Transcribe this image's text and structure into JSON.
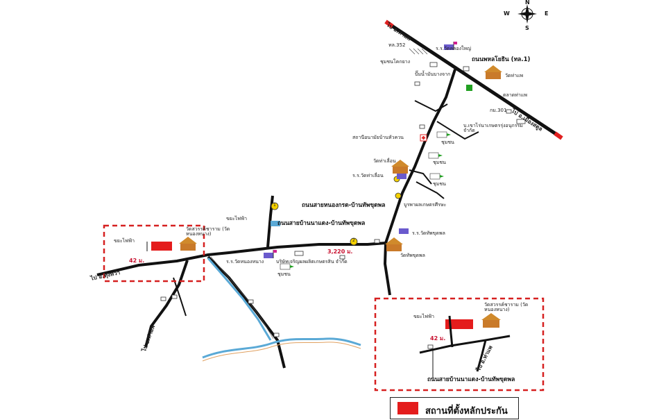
{
  "map": {
    "compass": {
      "n": "N",
      "s": "S",
      "e": "E",
      "w": "W"
    },
    "labels": {
      "highway_top": "ไป อ.ท่าแพ",
      "highway_bottom": "ไป อ.เมืองสตูล",
      "highway_name": "ถนนพหลโยธิน (ทล.1)",
      "police": "ทล.352",
      "school_top": "ร.ร.วัดคลองใหญ่",
      "weak_label": "ชุมชนโคกยาง",
      "gas_station": "ปั๊มน้ำมันบางจาก",
      "temple_top": "วัดท่าแพ",
      "market": "ตลาดท่าแพ",
      "police2": "กม.301",
      "company": "บ.เขาไร่นาเกษตรรุ่งอนุกรรม จำกัด",
      "health": "สถานีอนามัยบ้านหัวควน",
      "community1": "ชุมชน",
      "temple_mid": "วัดท่าเลื่อน",
      "community2": "ชุมชน",
      "school_mid": "ร.ร.วัดท่าเลื่อน",
      "community3": "ชุมชน",
      "junction1": "1",
      "road_nongkrot": "ถนนสายหนองกรด-บ้านทัพขุดพล",
      "junction2": "2",
      "road_banmaeng": "ถนนสายบ้านนาแดง-บ้านทัพขุดพล",
      "market2": "บูรพาผลเกษตรศีรษะ",
      "school_right": "ร.ร.วัดทัพขุดพล",
      "temple_right": "วัดทัพขุดพล",
      "distance": "3,220 ม.",
      "electric": "ขยะไฟฟ้า",
      "school_left": "ร.ร.วัดหนองหนาง",
      "temple_left": "วัดสวรรค์ชาราม (วัดหนองหนาง)",
      "company2": "บริษัทเจริญผลผลิตเกษตรสิน จำกัด",
      "community4": "ชุมชน",
      "to_left": "ไป อ.ทุ่งหว้า",
      "to_bottom": "ไป อ.ท่าแพ",
      "left_inset_electric": "ขยะไฟฟ้า",
      "left_inset_dist": "42 ม.",
      "inset_temple": "วัดสวรรค์ชาราม (วัดหนองหนาง)",
      "inset_electric": "ขยะไฟฟ้า",
      "inset_dist": "42 ม.",
      "inset_road_dir": "ไป อ.ท่าแพ",
      "inset_road": "ถนนสายบ้านนาแดง-บ้านทัพขุดพล"
    },
    "legend": "สถานที่ตั้งหลักประกัน"
  }
}
